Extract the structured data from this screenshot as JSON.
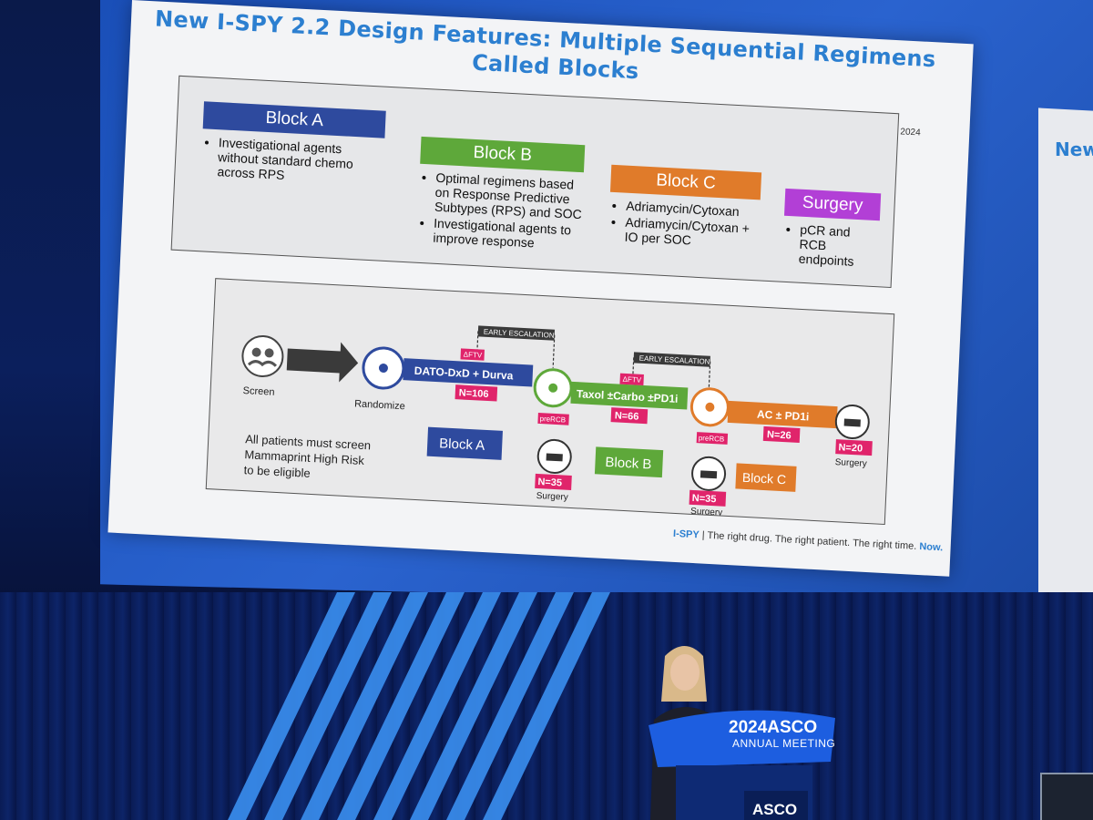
{
  "slide": {
    "title_line1": "New I-SPY 2.2 Design Features: Multiple Sequential Regimens",
    "title_line2": "Called Blocks",
    "conference_tag": "ASCO 2024",
    "blocks": [
      {
        "label": "Block A",
        "color": "#2e4a9e",
        "bullets": [
          "Investigational agents without standard chemo across RPS"
        ]
      },
      {
        "label": "Block B",
        "color": "#5ea83a",
        "bullets": [
          "Optimal regimens based on Response Predictive Subtypes (RPS) and SOC",
          "Investigational agents to improve response"
        ]
      },
      {
        "label": "Block C",
        "color": "#e07b2a",
        "bullets": [
          "Adriamycin/Cytoxan",
          "Adriamycin/Cytoxan + IO per SOC"
        ]
      },
      {
        "label": "Surgery",
        "color": "#b23fd6",
        "bullets": [
          "pCR and RCB endpoints"
        ]
      }
    ],
    "flow": {
      "screen_label": "Screen",
      "randomize_label": "Randomize",
      "early_escalation": "EARLY ESCALATION",
      "dftv": "ΔFTV",
      "prercb": "preRCB",
      "surgery_label": "Surgery",
      "arm_a": {
        "regimen": "DATO-DxD + Durva",
        "n": "N=106",
        "color": "#2e4a9e"
      },
      "arm_b": {
        "regimen": "Taxol ±Carbo ±PD1i",
        "n": "N=66",
        "color": "#5ea83a"
      },
      "arm_c": {
        "regimen": "AC ± PD1i",
        "n": "N=26",
        "color": "#e07b2a"
      },
      "surgery_a_n": "N=35",
      "surgery_b_n": "N=35",
      "surgery_c_n": "N=20",
      "block_a": "Block A",
      "block_b": "Block B",
      "block_c": "Block C",
      "note": [
        "All patients must screen",
        "Mammaprint High Risk",
        "to be eligible"
      ]
    },
    "footer": {
      "brand": "I-SPY",
      "tagline": "The right drug. The right patient. The right time.",
      "now": "Now."
    }
  },
  "right_screen": {
    "title_partial": "New"
  },
  "podium": {
    "line1": "2024ASCO",
    "line2": "ANNUAL MEETING",
    "logo": "ASCO"
  }
}
